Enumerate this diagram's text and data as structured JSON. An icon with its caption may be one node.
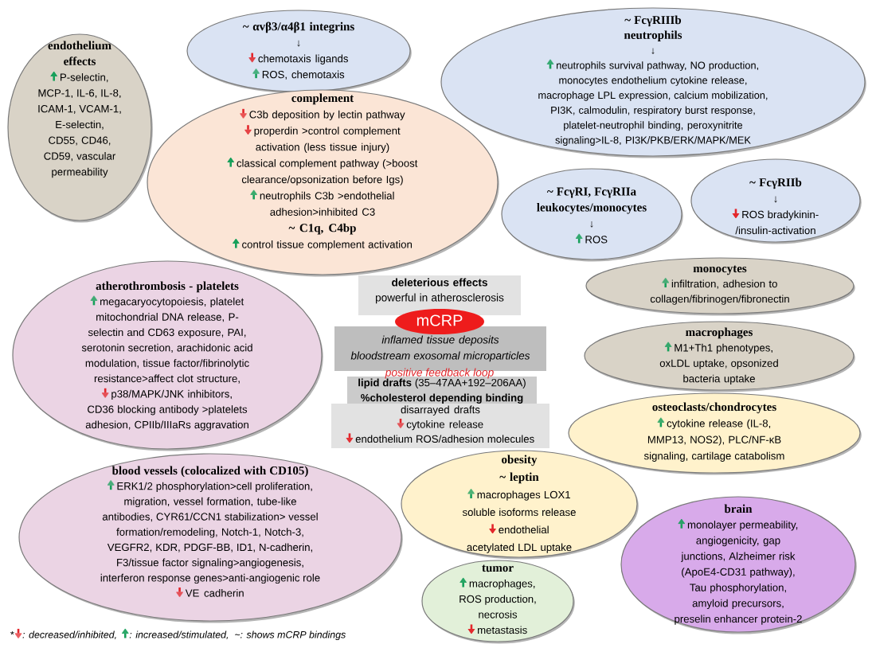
{
  "diagram": {
    "nodes": [
      {
        "text": [
          "endothelium effects",
          "P-selectin, MCP-1, IL-6, IL-8, ICAM-1, VCAM-1, E-selectin, CD55, CD46, CD59, vascular permeability"
        ]
      },
      {
        "text": [
          "~ αvβ3/α4β1 integrins",
          "↓",
          "chemotaxis ligands",
          "ROS, chemotaxis"
        ]
      },
      {
        "text": [
          "complement",
          "C3b deposition by lectin pathway",
          "properdin >control complement activation (less tissue injury)",
          "classical complement pathway (>boost clearance/opsonization before Igs)",
          "neutrophils C3b >endothelial adhesion>inhibited C3",
          "~ C1q, C4bp",
          "control tissue complement activation"
        ]
      },
      {
        "text": [
          "~ FcγRIIIb neutrophils",
          "↓",
          "neutrophils survival pathway, NO production, monocytes endothelium cytokine release, macrophage LPL expression, calcium mobilization, PI3K, calmodulin, respiratory burst response, platelet-neutrophil binding, peroxynitrite signaling>IL-8, PI3K/PKB/ERK/MAPK/MEK"
        ]
      },
      {
        "text": [
          "~ FcγRI, FcγRIIa leukocytes/monocytes",
          "↓",
          "ROS"
        ]
      },
      {
        "text": [
          "~ FcγRIIb",
          "↓",
          "ROS bradykinin-/insulin-activation"
        ]
      },
      {
        "text": [
          "atherothrombosis - platelets",
          "megacaryocytopoiesis, platelet mitochondrial DNA release, P-selectin and CD63 exposure, PAI, serotonin secretion, arachidonic acid modulation, tissue factor/fibrinolytic resistance>affect clot structure,",
          "p38/MAPK/JNK inhibitors, CD36 blocking antibody >platelets adhesion, CPIIb/IIIaRs aggravation"
        ]
      },
      {
        "text": [
          "monocytes",
          "infiltration, adhesion to collagen/fibrinogen/fibronectin"
        ]
      },
      {
        "text": [
          "deleterious effects",
          "powerful in atherosclerosis"
        ]
      },
      {
        "text": [
          "mCRP"
        ]
      },
      {
        "text": [
          "inflamed tissue deposits",
          "bloodstream exosomal microparticles"
        ]
      },
      {
        "text": [
          "**lipid drafts** (35–47AA+192–206AA)",
          "%cholesterol depending binding"
        ]
      },
      {
        "text": [
          "disarrayed drafts",
          "cytokine release",
          "endothelium ROS/adhesion molecules"
        ]
      },
      {
        "text": [
          "macrophages",
          "M1+Th1 phenotypes, oxLDL uptake, opsonized bacteria uptake"
        ]
      },
      {
        "text": [
          "osteoclasts/chondrocytes",
          "cytokine release (IL-8, MMP13, NOS2), PLC/NF-κB signaling, cartilage catabolism"
        ]
      },
      {
        "text": [
          "blood vessels (colocalized with CD105)",
          "ERK1/2 phosphorylation>cell proliferation, migration, vessel formation, tube-like antibodies, CYR61/CCN1 stabilization> vessel formation/remodeling, Notch-1, Notch-3, VEGFR2, KDR, PDGF-BB, ID1, N-cadherin, F3/tissue factor signaling>angiogenesis, interferon response genes>anti-angiogenic role",
          "VE cadherin"
        ]
      },
      {
        "text": [
          "obesity",
          "~ leptin",
          "macrophages LOX1 soluble isoforms release",
          "endothelial acetylated LDL uptake"
        ]
      },
      {
        "text": [
          "brain",
          "monolayer permeability, angiogenicity, gap junctions, Alzheimer risk (ApoE4-CD31 pathway), Tau phosphorylation, amyloid precursors, preselin enhancer protein-2"
        ]
      },
      {
        "text": [
          "tumor",
          "macrophages, ROS production, necrosis",
          "metastasis"
        ]
      }
    ],
    "labels": [
      "positive feedback loop",
      "*"
    ],
    "legend": [
      {
        "text": ": decreased/inhibited,"
      },
      {
        "text": ": increased/stimulated,"
      },
      {
        "text": "~: shows mCRP bindings"
      }
    ]
  }
}
